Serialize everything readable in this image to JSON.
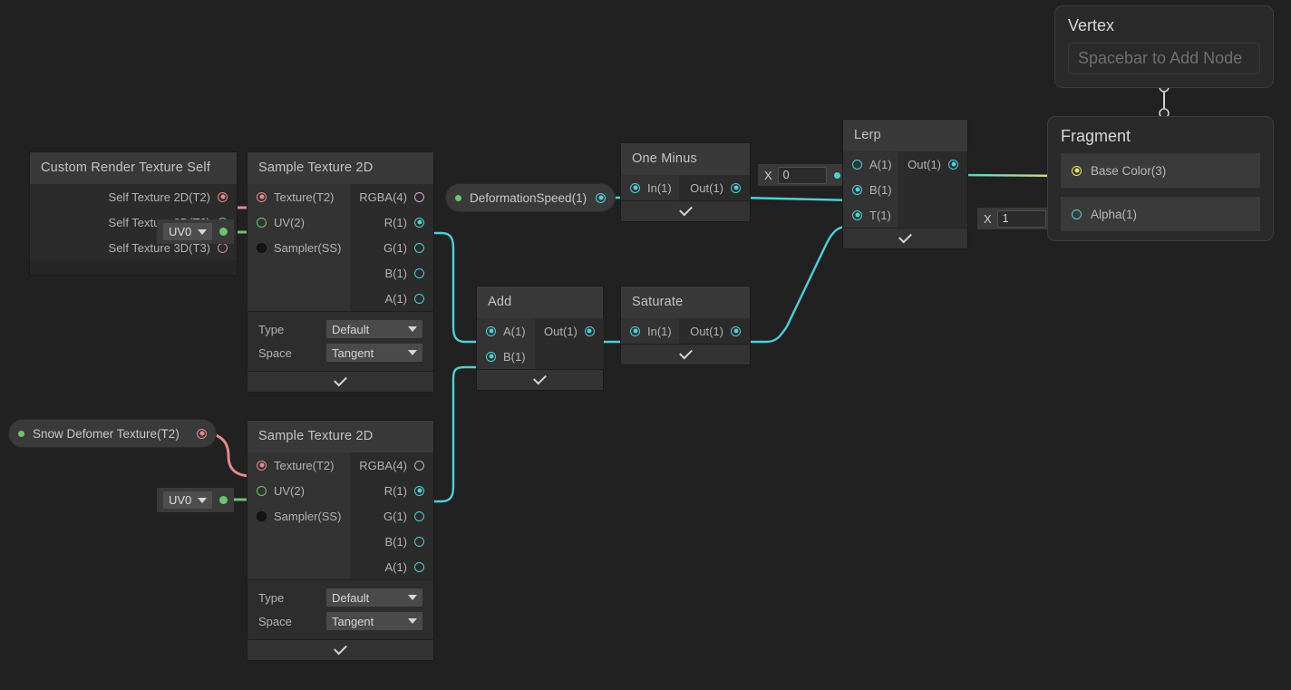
{
  "app": {
    "name": "unity-shader-graph-editor",
    "canvas_background": "#212121"
  },
  "colors": {
    "float": "#4ed0d8",
    "vector4": "#d5a8d8",
    "vector3": "#e9e56a",
    "texture2d": "#e28b8b",
    "uv": "#6ec46e",
    "wire_float": "#4ed0d8",
    "wire_texture": "#e28b8b",
    "wire_uv": "#6ec46e",
    "node_header": "#393939",
    "node_body": "#262626"
  },
  "nodes": {
    "custom_render_texture_self": {
      "title": "Custom Render Texture Self",
      "outputs": [
        {
          "label": "Self Texture 2D(T2)",
          "type": "texture2d",
          "connected": true
        },
        {
          "label": "Self Texture 2D(T2)",
          "type": "uv",
          "connected": true
        },
        {
          "label": "Self Texture 3D(T3)",
          "type": "texture2d",
          "connected": false
        }
      ]
    },
    "sample_texture_2d_top": {
      "title": "Sample Texture 2D",
      "inputs": [
        {
          "label": "Texture(T2)",
          "type": "texture2d",
          "connected": true
        },
        {
          "label": "UV(2)",
          "type": "uv",
          "connected": false
        },
        {
          "label": "Sampler(SS)",
          "type": "sampler",
          "connected": false
        }
      ],
      "outputs": [
        {
          "label": "RGBA(4)",
          "type": "vector4",
          "connected": false
        },
        {
          "label": "R(1)",
          "type": "float",
          "connected": true
        },
        {
          "label": "G(1)",
          "type": "float",
          "connected": false
        },
        {
          "label": "B(1)",
          "type": "float",
          "connected": false
        },
        {
          "label": "A(1)",
          "type": "float",
          "connected": false
        }
      ],
      "settings": [
        {
          "label": "Type",
          "value": "Default"
        },
        {
          "label": "Space",
          "value": "Tangent"
        }
      ]
    },
    "sample_texture_2d_bottom": {
      "title": "Sample Texture 2D",
      "inputs": [
        {
          "label": "Texture(T2)",
          "type": "texture2d",
          "connected": true
        },
        {
          "label": "UV(2)",
          "type": "uv",
          "connected": false
        },
        {
          "label": "Sampler(SS)",
          "type": "sampler",
          "connected": false
        }
      ],
      "outputs": [
        {
          "label": "RGBA(4)",
          "type": "vector4",
          "connected": false
        },
        {
          "label": "R(1)",
          "type": "float",
          "connected": true
        },
        {
          "label": "G(1)",
          "type": "float",
          "connected": false
        },
        {
          "label": "B(1)",
          "type": "float",
          "connected": false
        },
        {
          "label": "A(1)",
          "type": "float",
          "connected": false
        }
      ],
      "settings": [
        {
          "label": "Type",
          "value": "Default"
        },
        {
          "label": "Space",
          "value": "Tangent"
        }
      ]
    },
    "add": {
      "title": "Add",
      "inputs": [
        {
          "label": "A(1)",
          "type": "float",
          "connected": true
        },
        {
          "label": "B(1)",
          "type": "float",
          "connected": true
        }
      ],
      "outputs": [
        {
          "label": "Out(1)",
          "type": "float",
          "connected": true
        }
      ]
    },
    "saturate": {
      "title": "Saturate",
      "inputs": [
        {
          "label": "In(1)",
          "type": "float",
          "connected": true
        }
      ],
      "outputs": [
        {
          "label": "Out(1)",
          "type": "float",
          "connected": true
        }
      ]
    },
    "one_minus": {
      "title": "One Minus",
      "inputs": [
        {
          "label": "In(1)",
          "type": "float",
          "connected": true
        }
      ],
      "outputs": [
        {
          "label": "Out(1)",
          "type": "float",
          "connected": true
        }
      ]
    },
    "lerp": {
      "title": "Lerp",
      "inputs": [
        {
          "label": "A(1)",
          "type": "float",
          "connected": false
        },
        {
          "label": "B(1)",
          "type": "float",
          "connected": true
        },
        {
          "label": "T(1)",
          "type": "float",
          "connected": true
        }
      ],
      "outputs": [
        {
          "label": "Out(1)",
          "type": "float",
          "connected": true
        }
      ]
    }
  },
  "properties": {
    "deformation_speed": {
      "label": "DeformationSpeed(1)",
      "type": "float"
    },
    "snow_deformer_texture": {
      "label": "Snow Defomer Texture(T2)",
      "type": "texture2d"
    }
  },
  "uv_dropdowns": {
    "top": {
      "value": "UV0"
    },
    "bottom": {
      "value": "UV0"
    }
  },
  "value_fields": {
    "lerp_a": {
      "label": "X",
      "value": "0"
    },
    "alpha": {
      "label": "X",
      "value": "1"
    }
  },
  "contexts": {
    "vertex": {
      "title": "Vertex",
      "placeholder": "Spacebar to Add Node"
    },
    "fragment": {
      "title": "Fragment",
      "blocks": [
        {
          "label": "Base Color(3)",
          "type": "vector3",
          "connected": true
        },
        {
          "label": "Alpha(1)",
          "type": "float",
          "connected": true
        }
      ]
    }
  }
}
